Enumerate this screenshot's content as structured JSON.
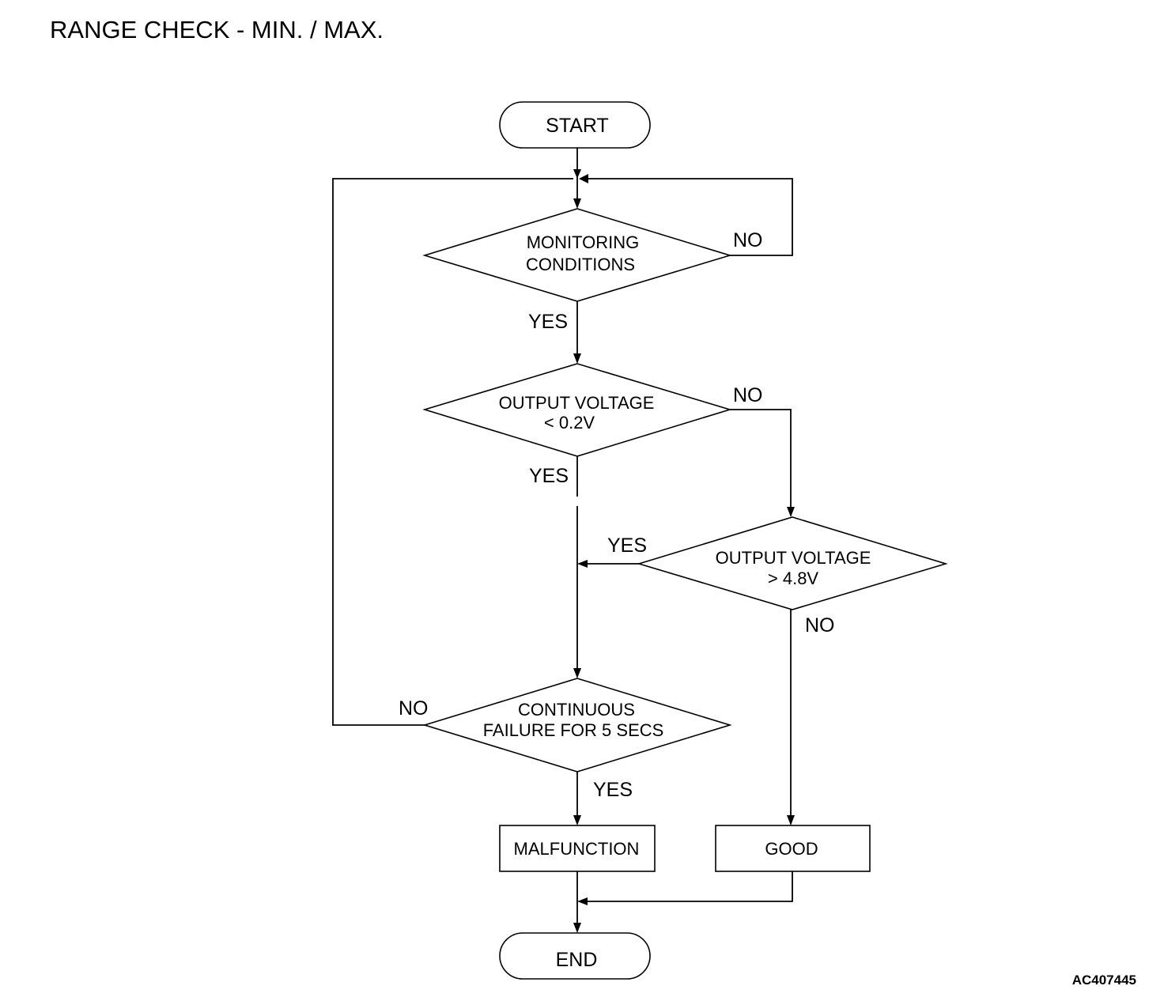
{
  "title": "RANGE CHECK - MIN. / MAX.",
  "figure_code": "AC407445",
  "nodes": {
    "start": {
      "label": "START"
    },
    "monitoring": {
      "line1": "MONITORING",
      "line2": "CONDITIONS"
    },
    "low_voltage": {
      "line1": "OUTPUT VOLTAGE",
      "line2": "< 0.2V"
    },
    "high_voltage": {
      "line1": "OUTPUT VOLTAGE",
      "line2": "> 4.8V"
    },
    "continuous": {
      "line1": "CONTINUOUS",
      "line2": "FAILURE FOR 5 SECS"
    },
    "malfunction": {
      "label": "MALFUNCTION"
    },
    "good": {
      "label": "GOOD"
    },
    "end": {
      "label": "END"
    }
  },
  "edges": {
    "monitoring_no": "NO",
    "monitoring_yes": "YES",
    "low_no": "NO",
    "low_yes": "YES",
    "high_yes": "YES",
    "high_no": "NO",
    "continuous_no": "NO",
    "continuous_yes": "YES"
  }
}
